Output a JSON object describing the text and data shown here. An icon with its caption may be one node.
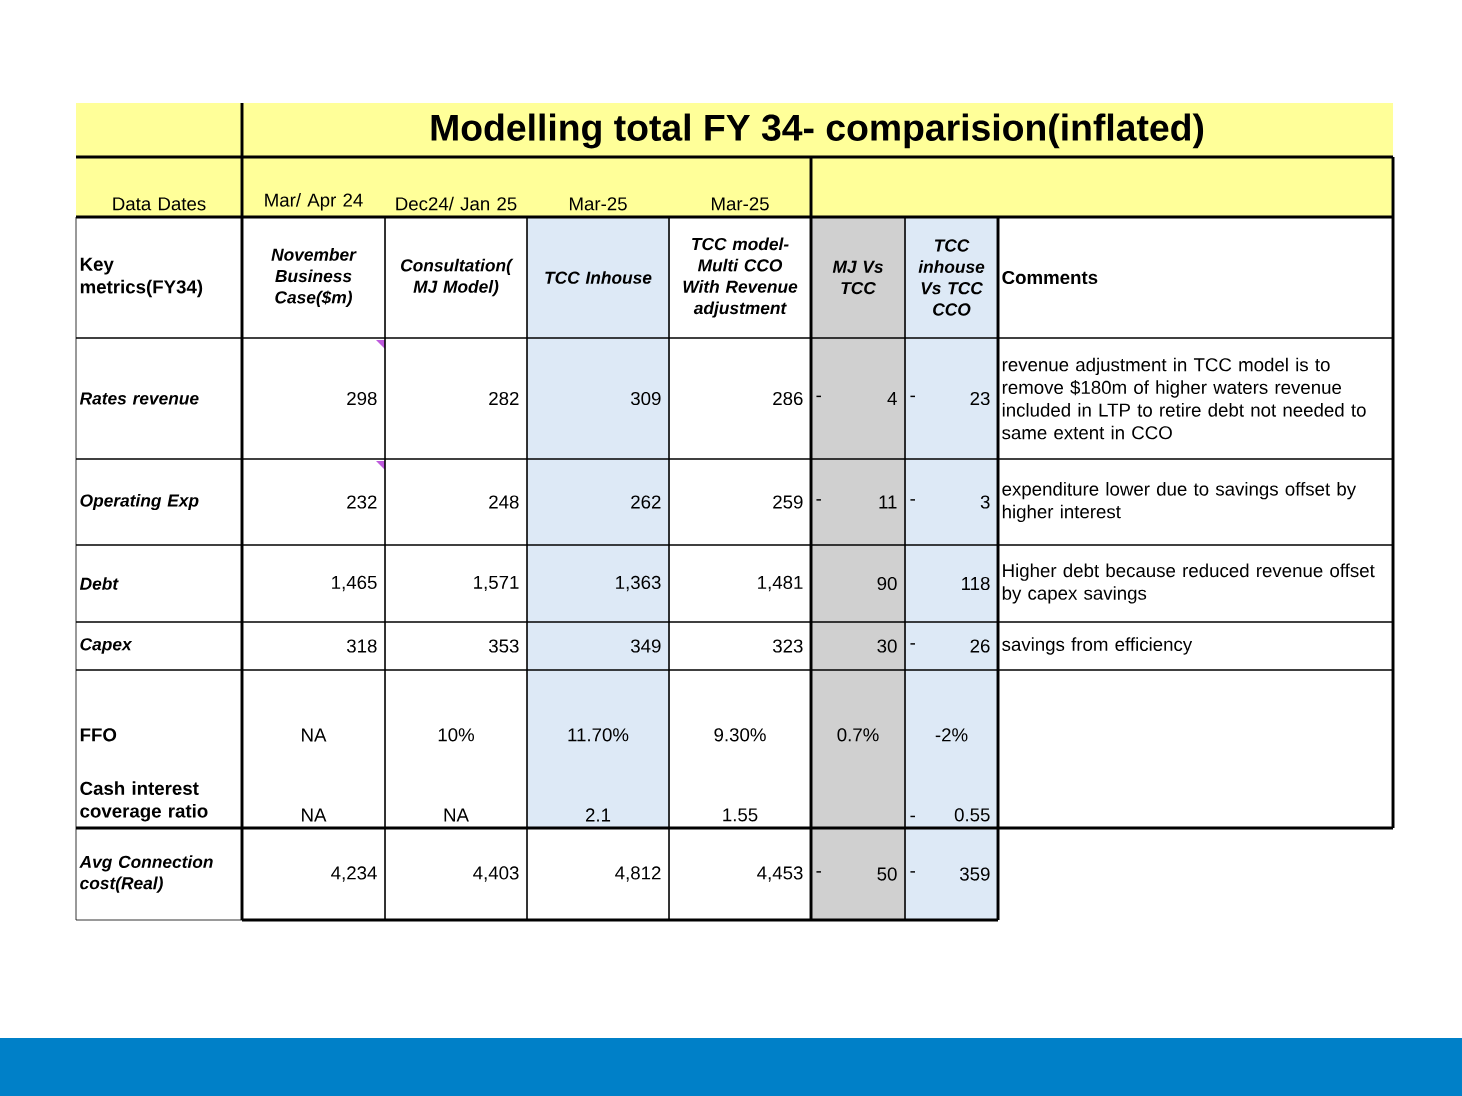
{
  "diagram": {
    "title": "Modelling total FY 34- comparision(inflated)",
    "labels": [
      "Data Dates",
      "Mar/ Apr 24",
      "Dec24/ Jan 25",
      "Mar-25",
      "Mar-25",
      "Key metrics(FY34)",
      "November Business Case($m)",
      "Consultation( MJ Model)",
      "TCC Inhouse",
      "TCC model- Multi CCO With Revenue adjustment",
      "MJ Vs TCC",
      "TCC inhouse Vs TCC CCO",
      "Comments",
      "Rates revenue",
      "298",
      "282",
      "309",
      "286",
      "-",
      "4",
      "-",
      "23",
      "revenue adjustment in TCC model is to remove $180m of higher waters revenue included in LTP to retire debt not needed to same extent in CCO",
      "Operating Exp",
      "232",
      "248",
      "262",
      "259",
      "-",
      "11",
      "-",
      "3",
      "expenditure lower due to savings offset by higher interest",
      "Debt",
      "1,465",
      "1,571",
      "1,363",
      "1,481",
      "90",
      "118",
      "Higher debt because reduced revenue offset by capex savings",
      "Capex",
      "318",
      "353",
      "349",
      "323",
      "30",
      "-",
      "26",
      "savings from efficiency",
      "FFO",
      "NA",
      "10%",
      "11.70%",
      "9.30%",
      "0.7%",
      "-2%",
      "Cash interest coverage ratio",
      "NA",
      "NA",
      "2.1",
      "1.55",
      "-",
      "0.55",
      "Avg Connection cost(Real)",
      "4,234",
      "4,403",
      "4,812",
      "4,453",
      "-",
      "50",
      "-",
      "359"
    ]
  }
}
